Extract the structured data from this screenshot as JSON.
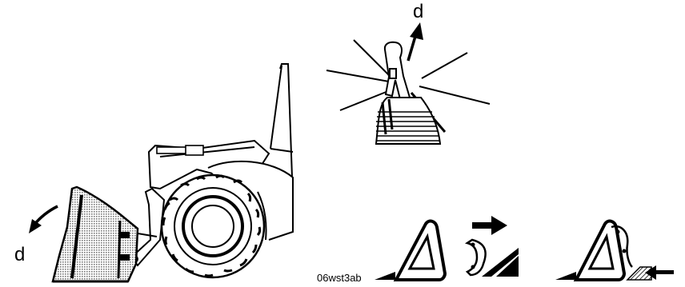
{
  "figure": {
    "label_top": "d",
    "label_left": "d",
    "figure_code": "06wst3ab"
  },
  "icons": {
    "loader": "wheel-loader-drawing",
    "joystick": "control-lever-icon",
    "step1": "bucket-tooth-icon",
    "step2": "edge-insert-icon",
    "step3": "bucket-edge-installed-icon"
  },
  "colors": {
    "ink": "#000000",
    "bucket_fill": "#bdbdbd"
  }
}
